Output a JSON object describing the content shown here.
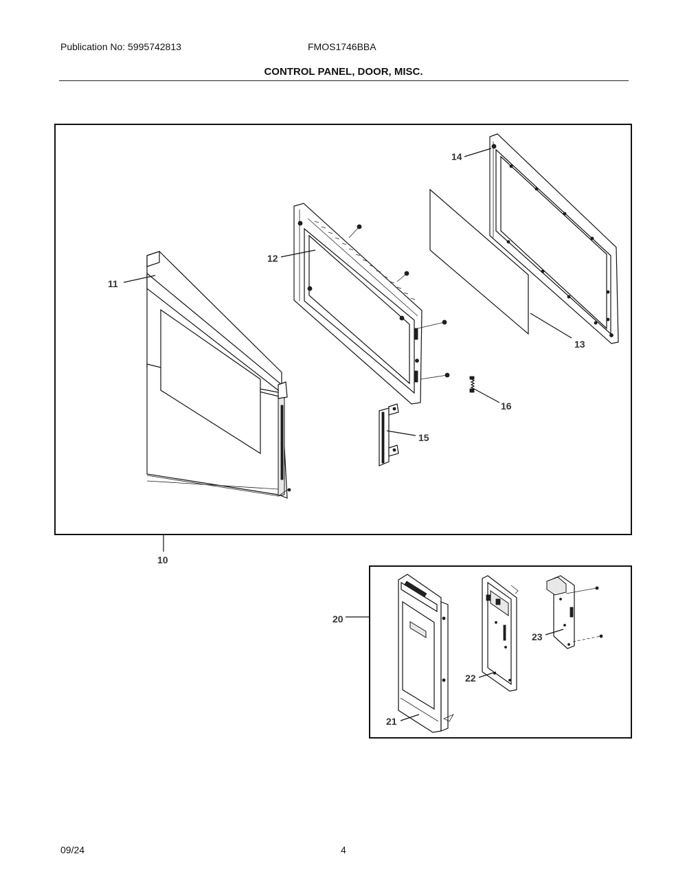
{
  "header": {
    "publication": "Publication No: 5995742813",
    "model": "FMOS1746BBA",
    "title": "CONTROL PANEL, DOOR, MISC."
  },
  "footer": {
    "date": "09/24",
    "page": "4"
  },
  "callouts": {
    "c10": "10",
    "c11": "11",
    "c12": "12",
    "c13": "13",
    "c14": "14",
    "c15": "15",
    "c16": "16",
    "c20": "20",
    "c21": "21",
    "c22": "22",
    "c23": "23"
  }
}
